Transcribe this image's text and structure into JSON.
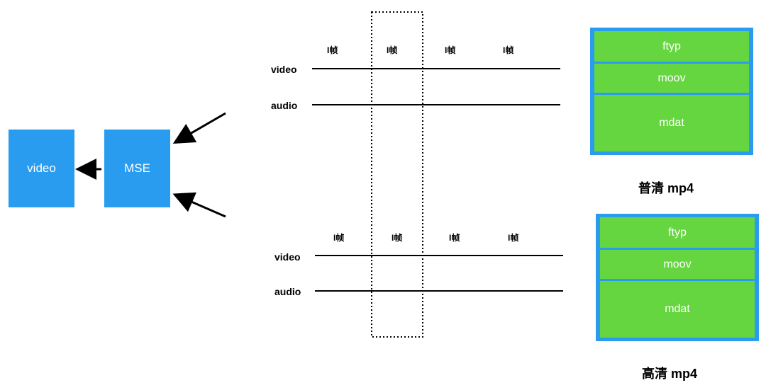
{
  "player": {
    "video_label": "video",
    "mse_label": "MSE"
  },
  "tracks_top": {
    "frames": [
      "I帧",
      "I帧",
      "I帧",
      "I帧"
    ],
    "video_label": "video",
    "audio_label": "audio"
  },
  "tracks_bottom": {
    "frames": [
      "I帧",
      "I帧",
      "I帧",
      "I帧"
    ],
    "video_label": "video",
    "audio_label": "audio"
  },
  "mp4_top": {
    "segments": [
      "ftyp",
      "moov",
      "mdat"
    ],
    "caption": "普清 mp4"
  },
  "mp4_bottom": {
    "segments": [
      "ftyp",
      "moov",
      "mdat"
    ],
    "caption": "高清 mp4"
  },
  "colors": {
    "box_blue": "#2a9cf0",
    "segment_green": "#66d640"
  }
}
